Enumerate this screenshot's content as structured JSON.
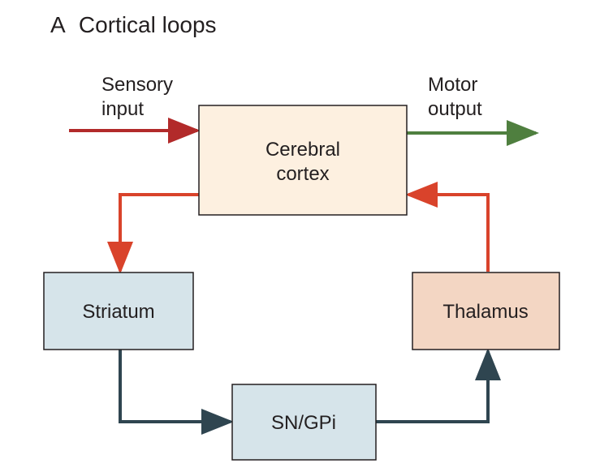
{
  "panel": {
    "letter": "A",
    "title": "Cortical loops"
  },
  "labels": {
    "sensory_line1": "Sensory",
    "sensory_line2": "input",
    "motor_line1": "Motor",
    "motor_line2": "output"
  },
  "nodes": {
    "cortex": {
      "line1": "Cerebral",
      "line2": "cortex",
      "fill": "#fdf0e0"
    },
    "striatum": {
      "label": "Striatum",
      "fill": "#d6e4ea"
    },
    "thalamus": {
      "label": "Thalamus",
      "fill": "#f3d6c3"
    },
    "sngpi": {
      "label": "SN/GPi",
      "fill": "#d6e4ea"
    }
  },
  "colors": {
    "input_arrow": "#b22a2a",
    "output_arrow": "#4f7f3f",
    "excitatory_arrow": "#d9432b",
    "inhibitory_arrow": "#2f4550"
  }
}
